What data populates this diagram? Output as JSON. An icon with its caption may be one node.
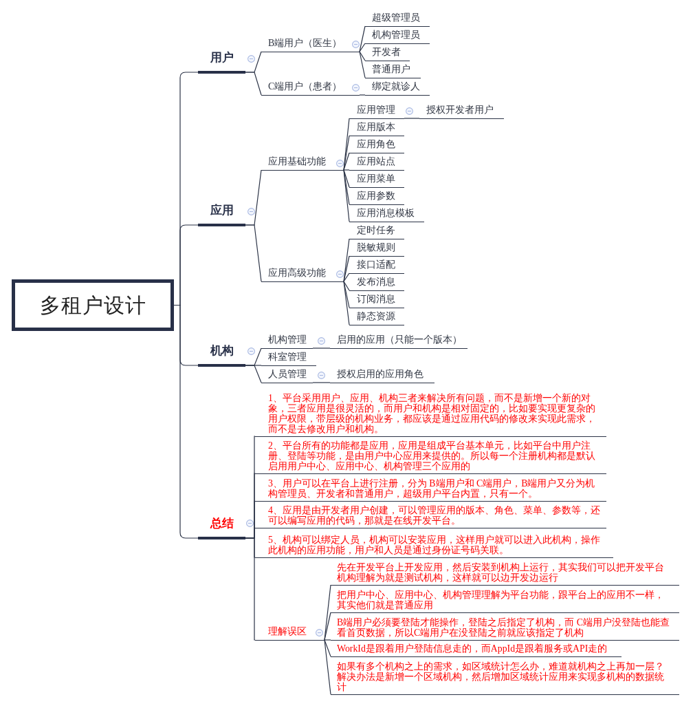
{
  "diagram": {
    "nodes": [
      {
        "text": [
          "多租户设计"
        ]
      },
      {
        "text": [
          "用户"
        ]
      },
      {
        "text": [
          "B端用户（医生）"
        ]
      },
      {
        "text": [
          "超级管理员"
        ]
      },
      {
        "text": [
          "机构管理员"
        ]
      },
      {
        "text": [
          "开发者"
        ]
      },
      {
        "text": [
          "普通用户"
        ]
      },
      {
        "text": [
          "C端用户（患者）"
        ]
      },
      {
        "text": [
          "绑定就诊人"
        ]
      },
      {
        "text": [
          "应用"
        ]
      },
      {
        "text": [
          "应用基础功能"
        ]
      },
      {
        "text": [
          "应用管理"
        ]
      },
      {
        "text": [
          "授权开发者用户"
        ]
      },
      {
        "text": [
          "应用版本"
        ]
      },
      {
        "text": [
          "应用角色"
        ]
      },
      {
        "text": [
          "应用站点"
        ]
      },
      {
        "text": [
          "应用菜单"
        ]
      },
      {
        "text": [
          "应用参数"
        ]
      },
      {
        "text": [
          "应用消息模板"
        ]
      },
      {
        "text": [
          "应用高级功能"
        ]
      },
      {
        "text": [
          "定时任务"
        ]
      },
      {
        "text": [
          "脱敏规则"
        ]
      },
      {
        "text": [
          "接口适配"
        ]
      },
      {
        "text": [
          "发布消息"
        ]
      },
      {
        "text": [
          "订阅消息"
        ]
      },
      {
        "text": [
          "静态资源"
        ]
      },
      {
        "text": [
          "机构"
        ]
      },
      {
        "text": [
          "机构管理"
        ]
      },
      {
        "text": [
          "启用的应用（只能一个版本）"
        ]
      },
      {
        "text": [
          "科室管理"
        ]
      },
      {
        "text": [
          "人员管理"
        ]
      },
      {
        "text": [
          "授权启用的应用角色"
        ]
      },
      {
        "text": [
          "总结"
        ]
      },
      {
        "text": [
          "1、平台采用用户、应用、机构三者来解决所有问题，而不是新增一个新的对象，三者应用是很灵活的，而用户和机构是相对固定的，比如要实现更复杂的用户权限，带层级的机构业务，都应该是通过应用代码的修改来实现此需求，而不是去修改用户和机构。"
        ]
      },
      {
        "text": [
          "2、平台所有的功能都是应用，应用是组成平台基本单元，比如平台中用户注册、登陆等功能，是由用户中心应用来提供的。所以每一个注册机构都是默认启用用户中心、应用中心、机构管理三个应用的"
        ]
      },
      {
        "text": [
          "3、用户可以在平台上进行注册，分为 B端用户和 C端用户，B端用户又分为机构管理员、开发者和普通用户，超级用户平台内置，只有一个。"
        ]
      },
      {
        "text": [
          "4、应用是由开发者用户创建，可以管理应用的版本、角色、菜单、参数等，还可以编写应用的代码，那就是在线开发平台。"
        ]
      },
      {
        "text": [
          "5、机构可以绑定人员，机构可以安装应用，这样用户就可以进入此机构，操作此机构的应用功能，用户和人员是通过身份证号码关联。"
        ]
      },
      {
        "text": [
          "理解误区"
        ]
      },
      {
        "text": [
          "先在开发平台上开发应用，然后安装到机构上运行，其实我们可以把开发平台机构理解为就是测试机构，这样就可以边开发边运行"
        ]
      },
      {
        "text": [
          "把用户中心、应用中心、机构管理理解为平台功能，跟平台上的应用不一样，其实他们就是普通应用"
        ]
      },
      {
        "text": [
          "B端用户必须要登陆才能操作，登陆之后指定了机构，而 C端用户没登陆也能查看首页数据，所以C端用户在没登陆之前就应该指定了机构"
        ]
      },
      {
        "text": [
          "WorkId是跟着用户登陆信息走的，而AppId是跟着服务或API走的"
        ]
      },
      {
        "text": [
          "如果有多个机构之上的需求，如区域统计怎么办，难道就机构之上再加一层？解决办法是新增一个区域机构，然后增加区域统计应用来实现多机构的数据统计"
        ]
      }
    ],
    "edges": [
      {
        "from": 0,
        "to": 1,
        "arrow": "none"
      },
      {
        "from": 1,
        "to": 2,
        "arrow": "none"
      },
      {
        "from": 2,
        "to": 3,
        "arrow": "none"
      },
      {
        "from": 2,
        "to": 4,
        "arrow": "none"
      },
      {
        "from": 2,
        "to": 5,
        "arrow": "none"
      },
      {
        "from": 2,
        "to": 6,
        "arrow": "none"
      },
      {
        "from": 1,
        "to": 7,
        "arrow": "none"
      },
      {
        "from": 7,
        "to": 8,
        "arrow": "none"
      },
      {
        "from": 0,
        "to": 9,
        "arrow": "none"
      },
      {
        "from": 9,
        "to": 10,
        "arrow": "none"
      },
      {
        "from": 10,
        "to": 11,
        "arrow": "none"
      },
      {
        "from": 11,
        "to": 12,
        "arrow": "none"
      },
      {
        "from": 10,
        "to": 13,
        "arrow": "none"
      },
      {
        "from": 10,
        "to": 14,
        "arrow": "none"
      },
      {
        "from": 10,
        "to": 15,
        "arrow": "none"
      },
      {
        "from": 10,
        "to": 16,
        "arrow": "none"
      },
      {
        "from": 10,
        "to": 17,
        "arrow": "none"
      },
      {
        "from": 10,
        "to": 18,
        "arrow": "none"
      },
      {
        "from": 9,
        "to": 19,
        "arrow": "none"
      },
      {
        "from": 19,
        "to": 20,
        "arrow": "none"
      },
      {
        "from": 19,
        "to": 21,
        "arrow": "none"
      },
      {
        "from": 19,
        "to": 22,
        "arrow": "none"
      },
      {
        "from": 19,
        "to": 23,
        "arrow": "none"
      },
      {
        "from": 19,
        "to": 24,
        "arrow": "none"
      },
      {
        "from": 19,
        "to": 25,
        "arrow": "none"
      },
      {
        "from": 0,
        "to": 26,
        "arrow": "none"
      },
      {
        "from": 26,
        "to": 27,
        "arrow": "none"
      },
      {
        "from": 27,
        "to": 28,
        "arrow": "none"
      },
      {
        "from": 26,
        "to": 29,
        "arrow": "none"
      },
      {
        "from": 26,
        "to": 30,
        "arrow": "none"
      },
      {
        "from": 30,
        "to": 31,
        "arrow": "none"
      },
      {
        "from": 0,
        "to": 32,
        "arrow": "none"
      },
      {
        "from": 32,
        "to": 33,
        "arrow": "none"
      },
      {
        "from": 32,
        "to": 34,
        "arrow": "none"
      },
      {
        "from": 32,
        "to": 35,
        "arrow": "none"
      },
      {
        "from": 32,
        "to": 36,
        "arrow": "none"
      },
      {
        "from": 32,
        "to": 37,
        "arrow": "none"
      },
      {
        "from": 32,
        "to": 38,
        "arrow": "none"
      },
      {
        "from": 38,
        "to": 39,
        "arrow": "none"
      },
      {
        "from": 38,
        "to": 40,
        "arrow": "none"
      },
      {
        "from": 38,
        "to": 41,
        "arrow": "none"
      },
      {
        "from": 38,
        "to": 42,
        "arrow": "none"
      },
      {
        "from": 38,
        "to": 43,
        "arrow": "none"
      }
    ]
  }
}
